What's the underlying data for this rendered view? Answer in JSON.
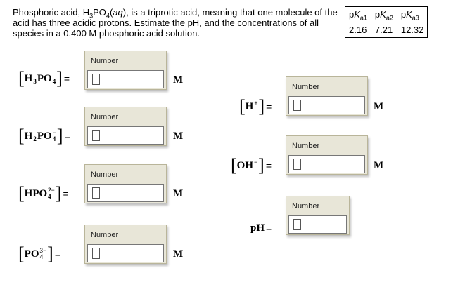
{
  "question": {
    "t1": "Phosphoric acid, H",
    "sub3": "3",
    "t2": "PO",
    "sub4": "4",
    "t3": "(",
    "aq": "aq",
    "t4": "), is a triprotic acid, meaning that one molecule of the acid has three acidic protons.  Estimate the pH, and the concentrations of all species in a 0.400 M phosphoric acid solution."
  },
  "pk_table": {
    "headers": [
      {
        "p": "p",
        "K": "K",
        "sub": "a1"
      },
      {
        "p": "p",
        "K": "K",
        "sub": "a2"
      },
      {
        "p": "p",
        "K": "K",
        "sub": "a3"
      }
    ],
    "values": [
      "2.16",
      "7.21",
      "12.32"
    ]
  },
  "fields": {
    "header": "Number",
    "unit": "M",
    "h3po4": {
      "a": "H",
      "sub1": "3",
      "b": "PO",
      "sub2": "4",
      "value": ""
    },
    "h2po4": {
      "a": "H",
      "sub1": "2",
      "b": "PO",
      "sup": "−",
      "sub2": "4",
      "value": ""
    },
    "hpo4": {
      "a": "HPO",
      "sup": "2−",
      "sub": "4",
      "value": ""
    },
    "po4": {
      "a": "PO",
      "sup": "3−",
      "sub": "4",
      "value": ""
    },
    "h": {
      "a": "H",
      "sup": "+",
      "value": ""
    },
    "oh": {
      "a": "OH",
      "sup": "−",
      "value": ""
    },
    "ph": {
      "a": "pH",
      "value": ""
    }
  },
  "symbols": {
    "lbr": "[",
    "rbr": "]",
    "eq": "="
  }
}
